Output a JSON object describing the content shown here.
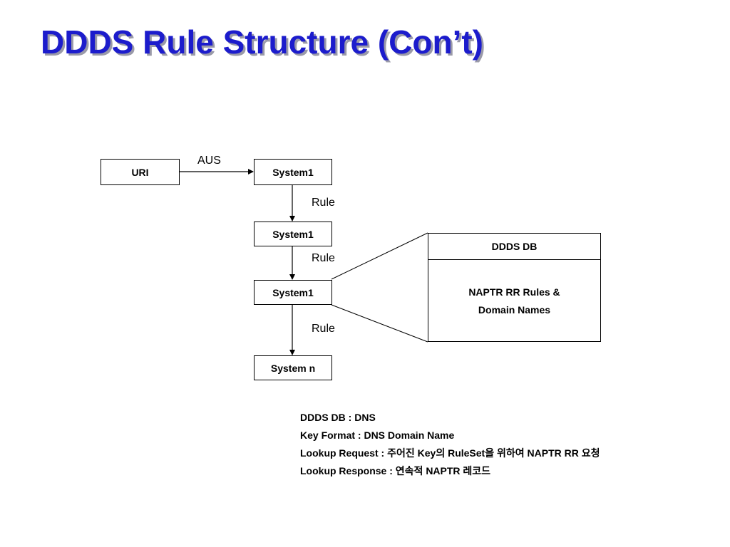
{
  "slide": {
    "title": "DDDS Rule Structure (Con’t)"
  },
  "diagram": {
    "uri_label": "URI",
    "aus_label": "AUS",
    "systems": [
      "System1",
      "System1",
      "System1",
      "System n"
    ],
    "rule_labels": [
      "Rule",
      "Rule",
      "Rule"
    ],
    "db": {
      "header": "DDDS DB",
      "body_line1": "NAPTR RR Rules &",
      "body_line2": "Domain Names"
    }
  },
  "notes": [
    "DDDS DB : DNS",
    "Key Format : DNS Domain Name",
    "Lookup Request : 주어진 Key의 RuleSet을 위하여 NAPTR RR 요청",
    "Lookup Response : 연속적 NAPTR 레코드"
  ]
}
